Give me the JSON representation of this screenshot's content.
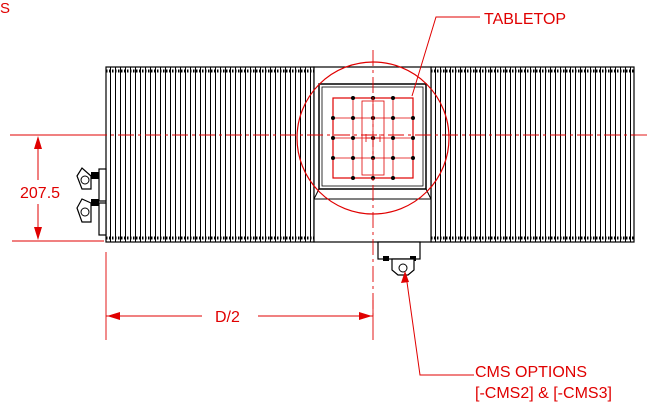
{
  "labels": {
    "corner": "S",
    "tabletop": "TABLETOP",
    "dim_height": "207.5",
    "dim_width": "D/2",
    "cms_line1": "CMS OPTIONS",
    "cms_line2": "[-CMS2] & [-CMS3]"
  },
  "colors": {
    "annotation": "#e00000",
    "linework": "#000000",
    "background": "#ffffff"
  }
}
